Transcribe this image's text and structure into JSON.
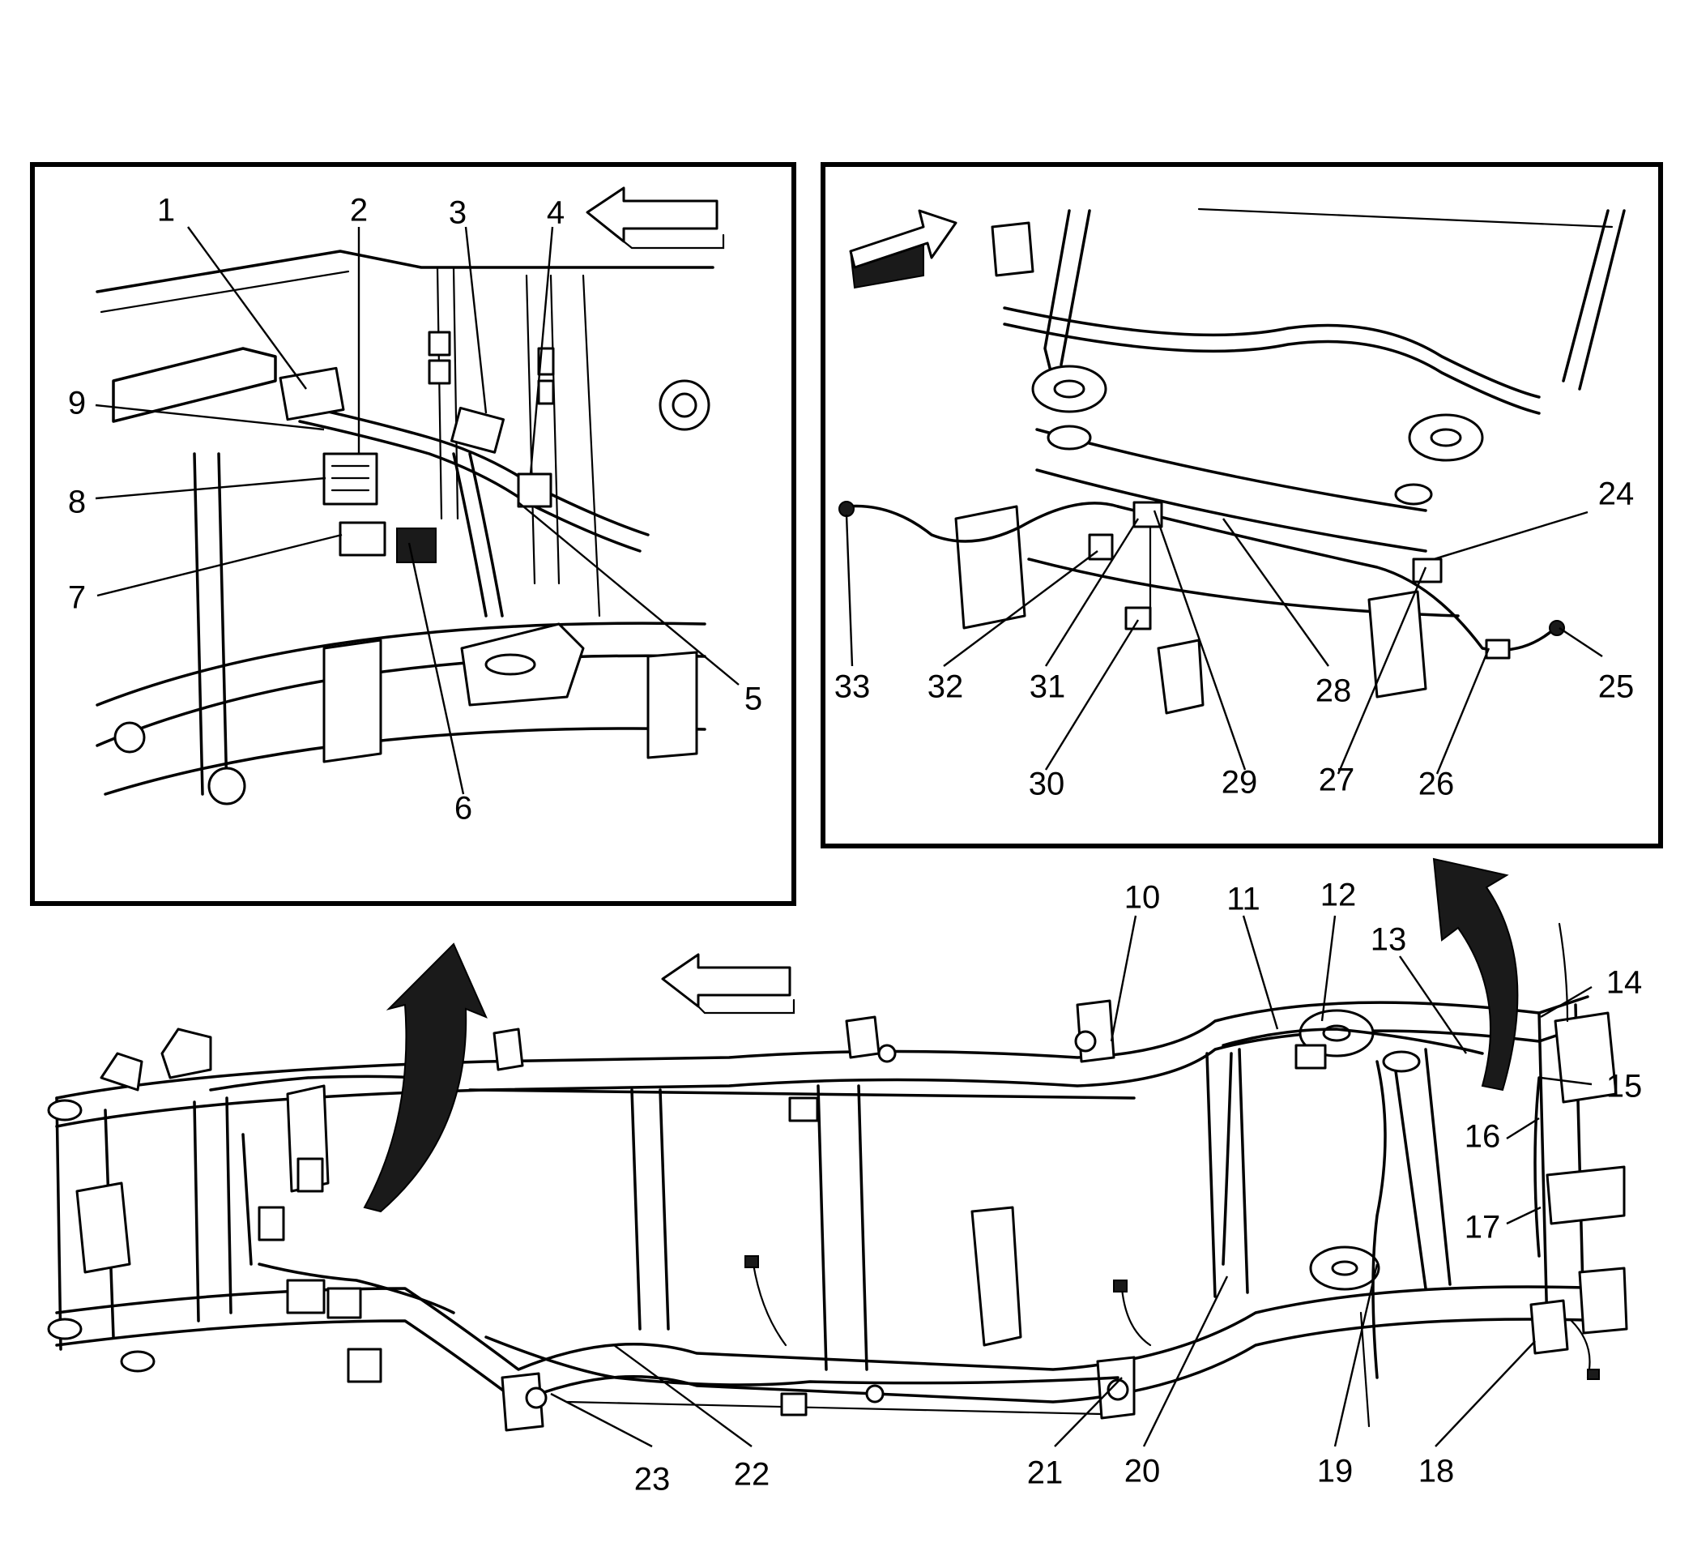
{
  "callouts": {
    "c1": "1",
    "c2": "2",
    "c3": "3",
    "c4": "4",
    "c5": "5",
    "c6": "6",
    "c7": "7",
    "c8": "8",
    "c9": "9",
    "c10": "10",
    "c11": "11",
    "c12": "12",
    "c13": "13",
    "c14": "14",
    "c15": "15",
    "c16": "16",
    "c17": "17",
    "c18": "18",
    "c19": "19",
    "c20": "20",
    "c21": "21",
    "c22": "22",
    "c23": "23",
    "c24": "24",
    "c25": "25",
    "c26": "26",
    "c27": "27",
    "c28": "28",
    "c29": "29",
    "c30": "30",
    "c31": "31",
    "c32": "32",
    "c33": "33"
  },
  "icons": {
    "left_panel_direction": "arrow-left-icon",
    "right_panel_direction": "arrow-up-right-icon",
    "main_direction": "arrow-left-icon",
    "zoom_left": "curved-arrow-up-icon",
    "zoom_right": "curved-arrow-up-icon"
  },
  "colors": {
    "line": "#000000",
    "background": "#ffffff",
    "arrow_fill": "#1a1a1a"
  }
}
